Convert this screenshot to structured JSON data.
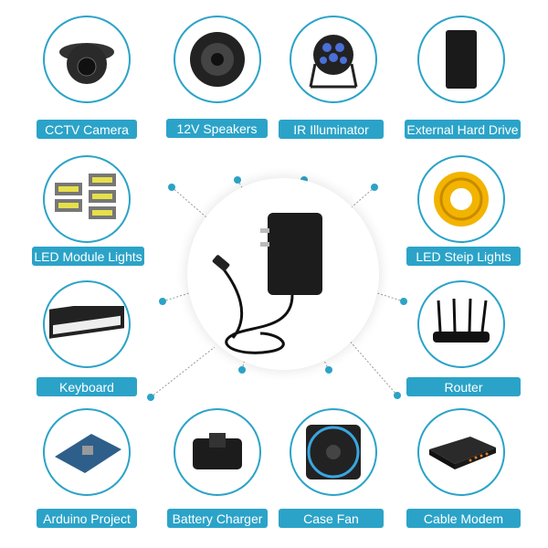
{
  "accent_color": "#2ba3c8",
  "devices": [
    {
      "label": "CCTV Camera",
      "icon": "cctv-camera-icon"
    },
    {
      "label": "12V Speakers",
      "icon": "speaker-icon"
    },
    {
      "label": "IR Illuminator",
      "icon": "ir-illuminator-icon"
    },
    {
      "label": "External Hard Drive",
      "icon": "hard-drive-icon"
    },
    {
      "label": "LED Module Lights",
      "icon": "led-module-icon"
    },
    {
      "label": "LED Steip Lights",
      "icon": "led-strip-icon"
    },
    {
      "label": "Keyboard",
      "icon": "keyboard-icon"
    },
    {
      "label": "Router",
      "icon": "router-icon"
    },
    {
      "label": "Arduino Project",
      "icon": "circuit-board-icon"
    },
    {
      "label": "Battery Charger",
      "icon": "battery-charger-icon"
    },
    {
      "label": "Case Fan",
      "icon": "fan-icon"
    },
    {
      "label": "Cable Modem",
      "icon": "modem-icon"
    }
  ]
}
